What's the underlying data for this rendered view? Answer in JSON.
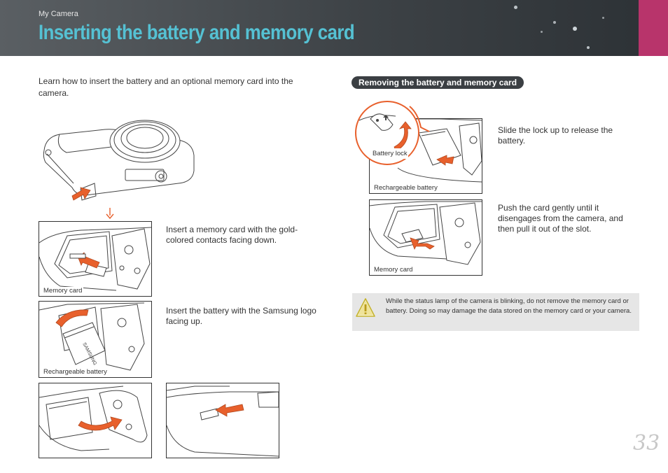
{
  "header": {
    "section": "My Camera",
    "title": "Inserting the battery and memory card"
  },
  "intro": "Learn how to insert the battery and an optional memory card into the camera.",
  "left_steps": [
    {
      "text": "Insert a memory card with the gold-colored contacts facing down.",
      "label": "Memory card"
    },
    {
      "text": "Insert the battery with the Samsung logo facing up.",
      "label": "Rechargeable battery",
      "logo": "SAMSUNG"
    }
  ],
  "removing": {
    "heading": "Removing the battery and memory card",
    "steps": [
      {
        "text": "Slide the lock up to release the battery.",
        "lock_label": "Battery lock",
        "label": "Rechargeable battery"
      },
      {
        "text": "Push the card gently until it disengages from the camera, and then pull it out of the slot.",
        "label": "Memory card"
      }
    ]
  },
  "note": "While the status lamp of the camera is blinking, do not remove the memory card or battery. Doing so may damage the data stored on the memory card or your camera.",
  "page_number": "33",
  "icons": {
    "warning": "warning-triangle-icon",
    "arrow": "orange-arrow"
  },
  "colors": {
    "title": "#55c1d3",
    "accent": "#b8346b",
    "arrow": "#e8602c",
    "pill": "#3b3f43",
    "note_bg": "#e6e6e6"
  }
}
